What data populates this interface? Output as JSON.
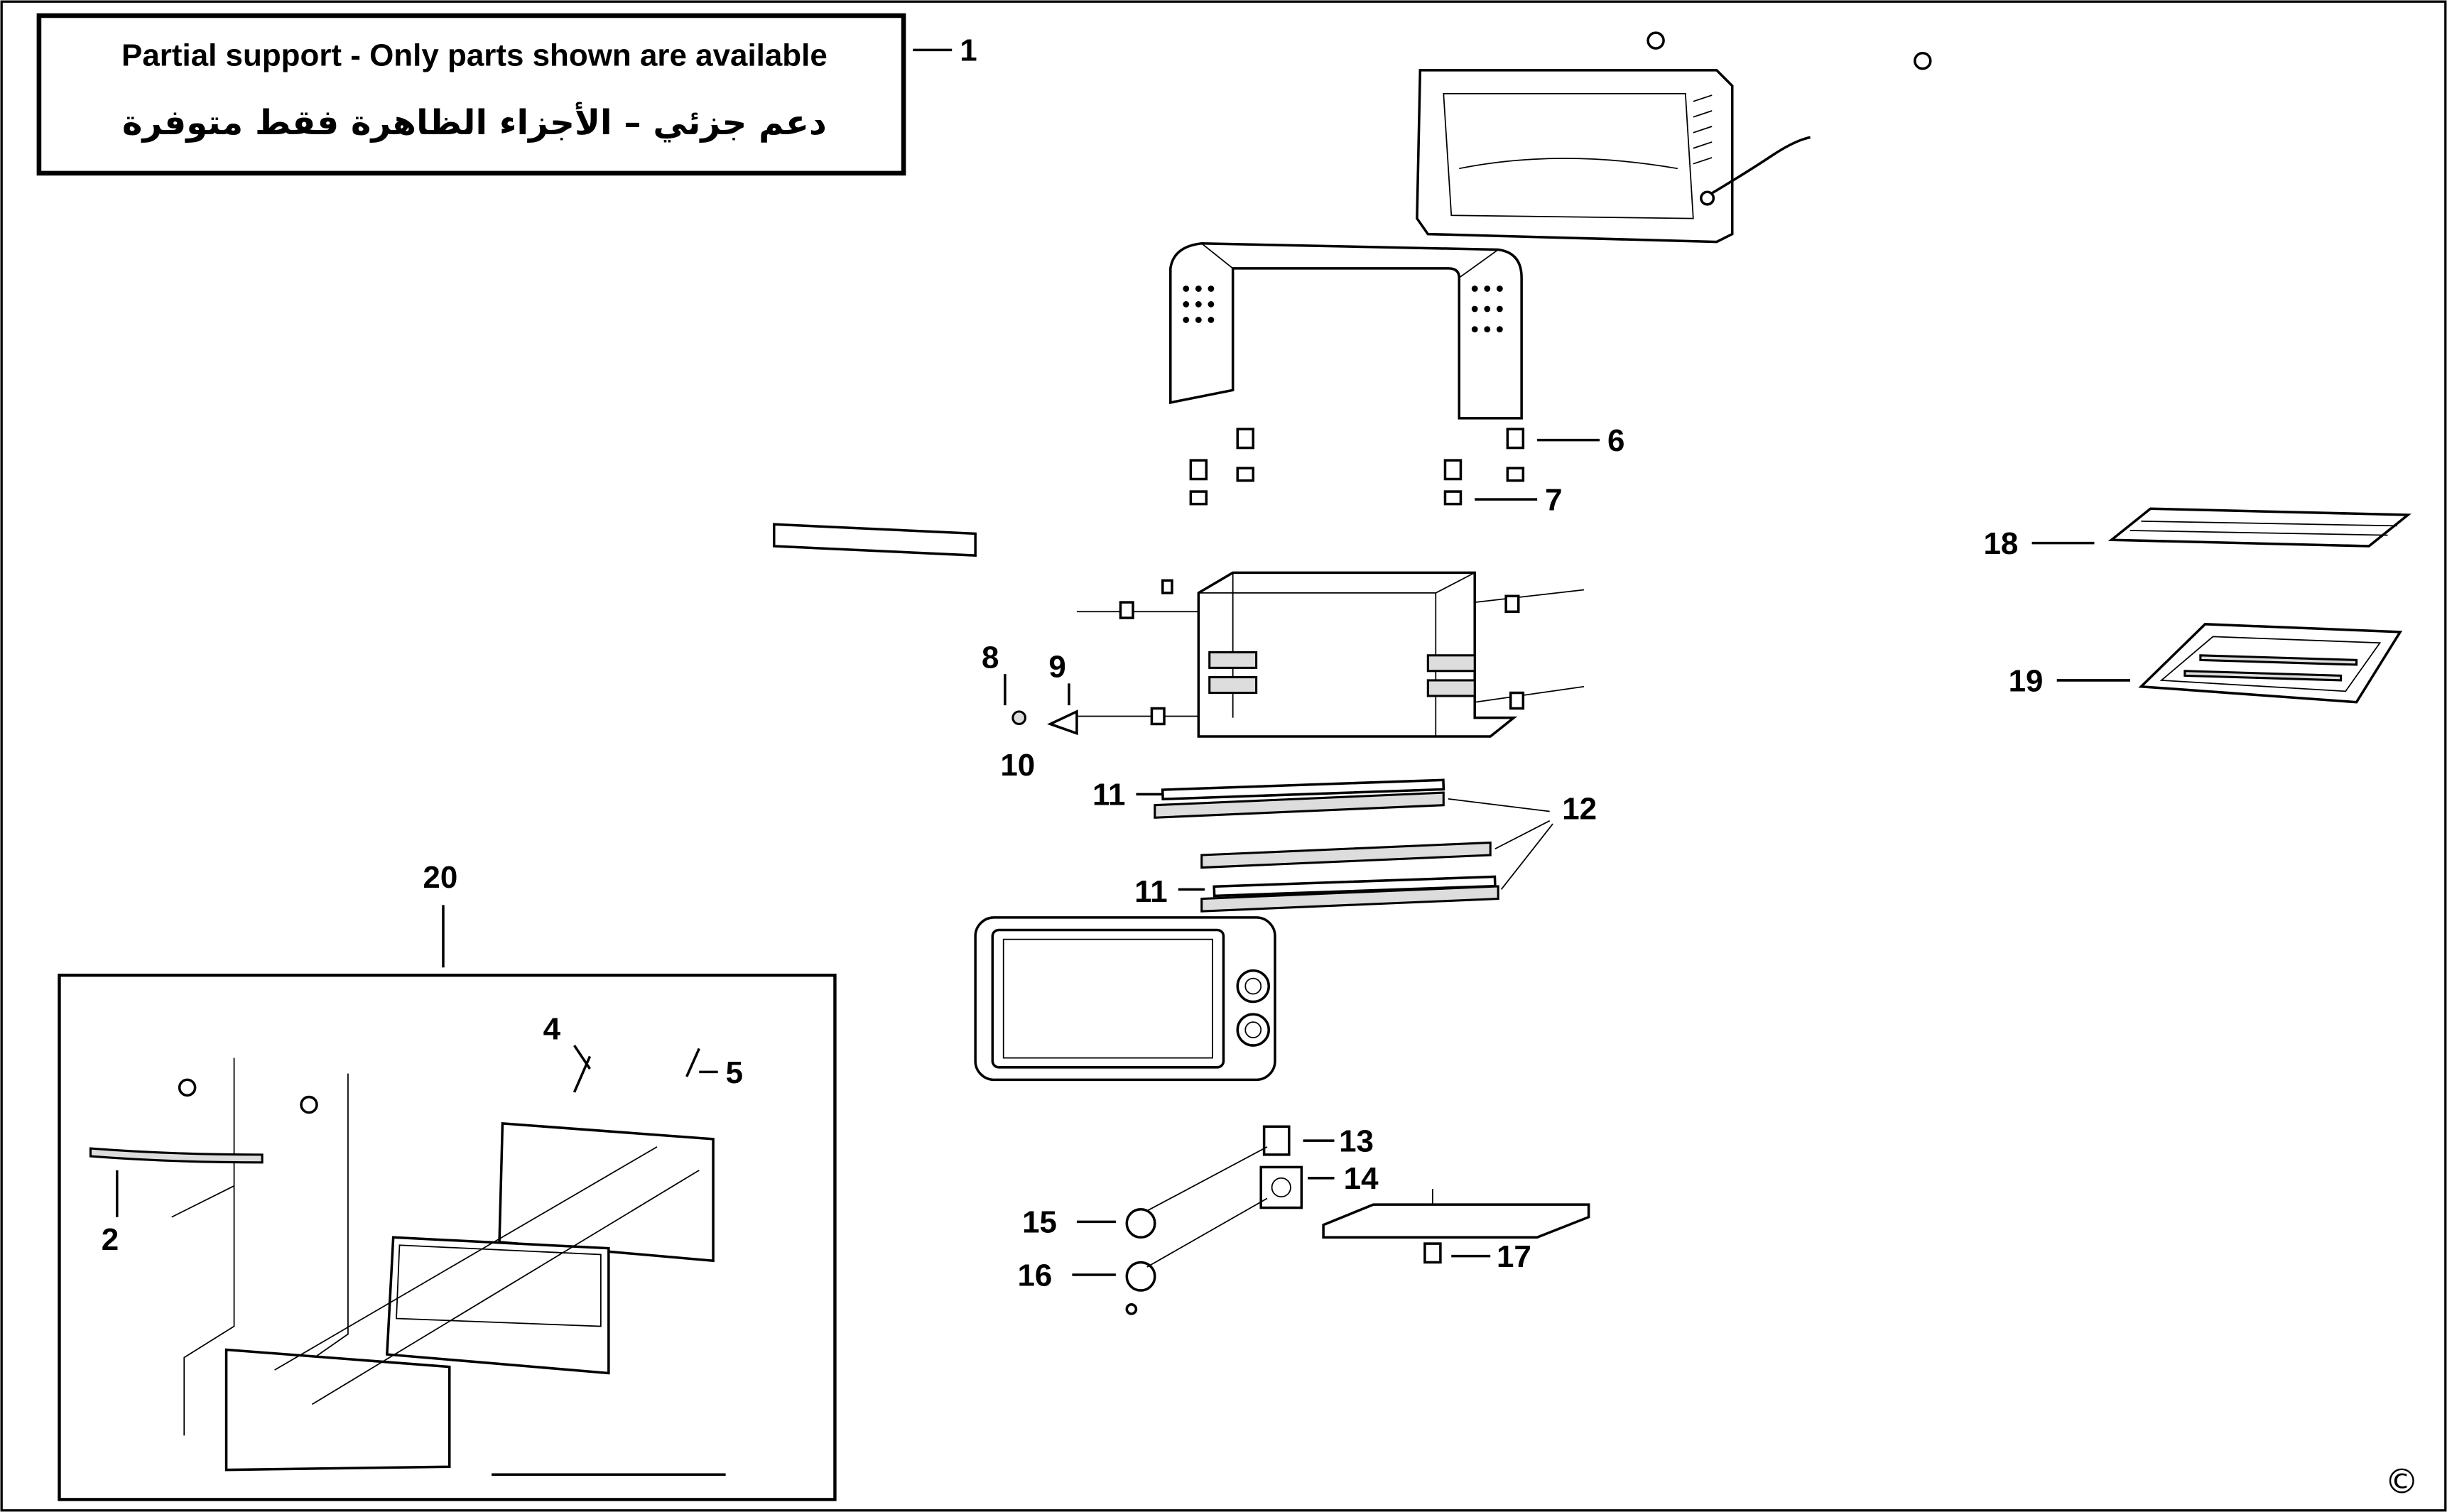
{
  "notice": {
    "english": "Partial support - Only parts shown are available",
    "arabic": "دعم جزئي – الأجزاء الظاهرة فقط متوفرة"
  },
  "part_labels": {
    "p1": "1",
    "p2": "2",
    "p4": "4",
    "p5": "5",
    "p6": "6",
    "p7": "7",
    "p8": "8",
    "p9": "9",
    "p10": "10",
    "p11a": "11",
    "p11b": "11",
    "p12": "12",
    "p13": "13",
    "p14": "14",
    "p15": "15",
    "p16": "16",
    "p17": "17",
    "p18": "18",
    "p19": "19",
    "p20": "20"
  },
  "copyright": "©"
}
